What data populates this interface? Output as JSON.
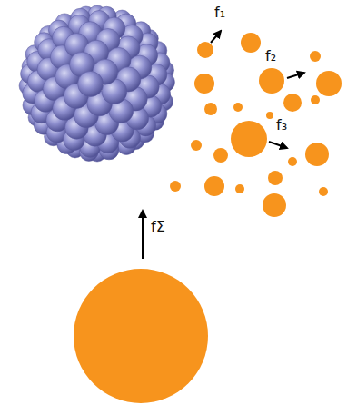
{
  "diagram": {
    "labels": [
      "f₁",
      "f₂",
      "f₃",
      "fΣ"
    ]
  }
}
